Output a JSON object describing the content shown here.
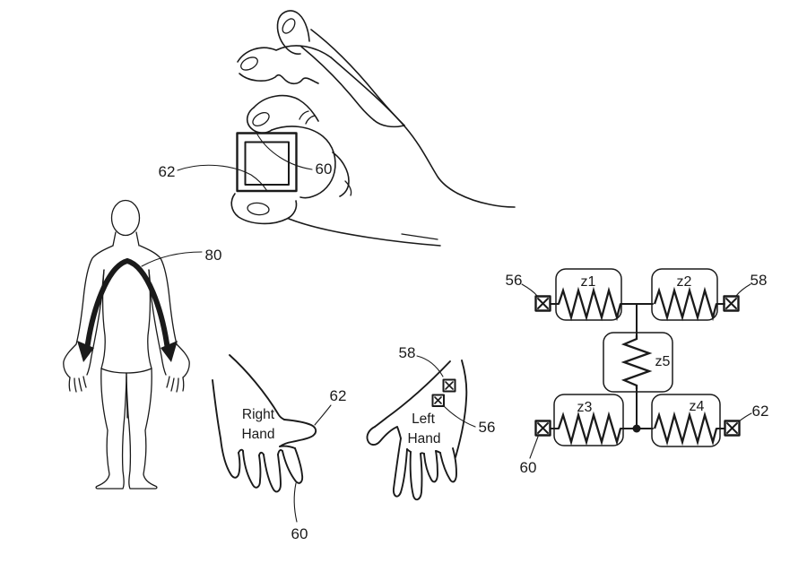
{
  "colors": {
    "ink": "#1a1a1a",
    "paper": "#ffffff"
  },
  "pinch_hand": {
    "label_62": "62",
    "label_60": "60"
  },
  "body": {
    "label_80": "80"
  },
  "right_hand": {
    "title_line1": "Right",
    "title_line2": "Hand",
    "label_62": "62",
    "label_60": "60"
  },
  "left_hand": {
    "title_line1": "Left",
    "title_line2": "Hand",
    "label_58": "58",
    "label_56": "56"
  },
  "circuit": {
    "z1": "z1",
    "z2": "z2",
    "z3": "z3",
    "z4": "z4",
    "z5": "z5",
    "label_56": "56",
    "label_58": "58",
    "label_60": "60",
    "label_62": "62"
  }
}
